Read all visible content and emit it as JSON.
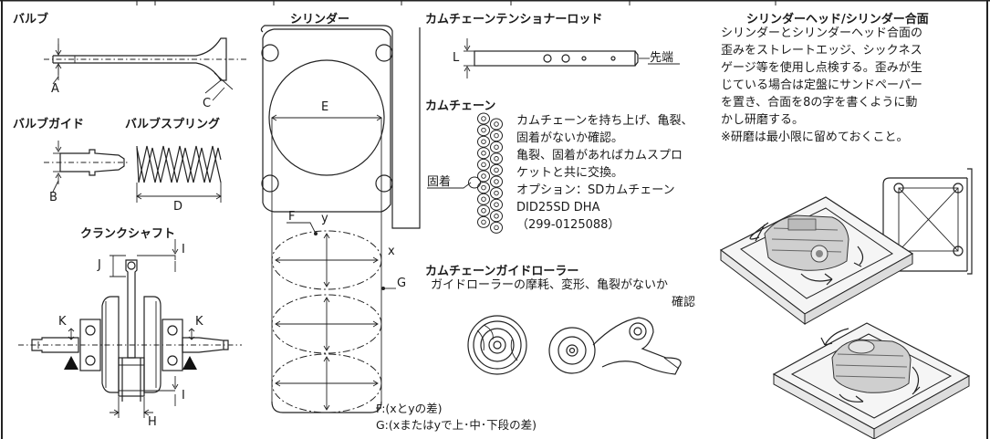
{
  "valve": {
    "title": "バルブ",
    "label_a": "A",
    "label_c": "C"
  },
  "valve_guide": {
    "title": "バルブガイド",
    "label_b": "B"
  },
  "valve_spring": {
    "title": "バルブスプリング",
    "label_d": "D"
  },
  "crankshaft": {
    "title": "クランクシャフト",
    "label_j": "J",
    "label_i_top": "I",
    "label_k_left": "K",
    "label_k_right": "K",
    "label_i_bottom": "I",
    "label_h": "H"
  },
  "cylinder": {
    "title": "シリンダー",
    "label_e": "E",
    "label_f": "F",
    "label_y": "y",
    "label_x": "x",
    "label_g": "G",
    "note_f": "F:(xとyの差)",
    "note_g": "G:(xまたはyで上･中･下段の差)"
  },
  "tensioner_rod": {
    "title": "カムチェーンテンショナーロッド",
    "label_l": "L",
    "tip_label": "先端"
  },
  "cam_chain": {
    "title": "カムチェーン",
    "fixed_label": "固着",
    "text_lines": [
      "カムチェーンを持ち上げ、亀裂、",
      "固着がないか確認。",
      "亀裂、固着があればカムスプロ",
      "ケットと共に交換。",
      "オプション：SDカムチェーン",
      "DID25SD DHA",
      "（299-0125088）"
    ]
  },
  "guide_roller": {
    "title": "カムチェーンガイドローラー",
    "line1": "ガイドローラーの摩耗、変形、亀裂がないか",
    "line2": "確認"
  },
  "cylinder_head": {
    "title": "シリンダーヘッド/シリンダー合面",
    "text_lines": [
      "シリンダーとシリンダーヘッド合面の",
      "歪みをストレートエッジ、シックネス",
      "ゲージ等を使用し点検する。歪みが生",
      "じている場合は定盤にサンドペーパー",
      "を置き、合面を8の字を書くように動",
      "かし研磨する。",
      "※研磨は最小限に留めておくこと。"
    ]
  }
}
